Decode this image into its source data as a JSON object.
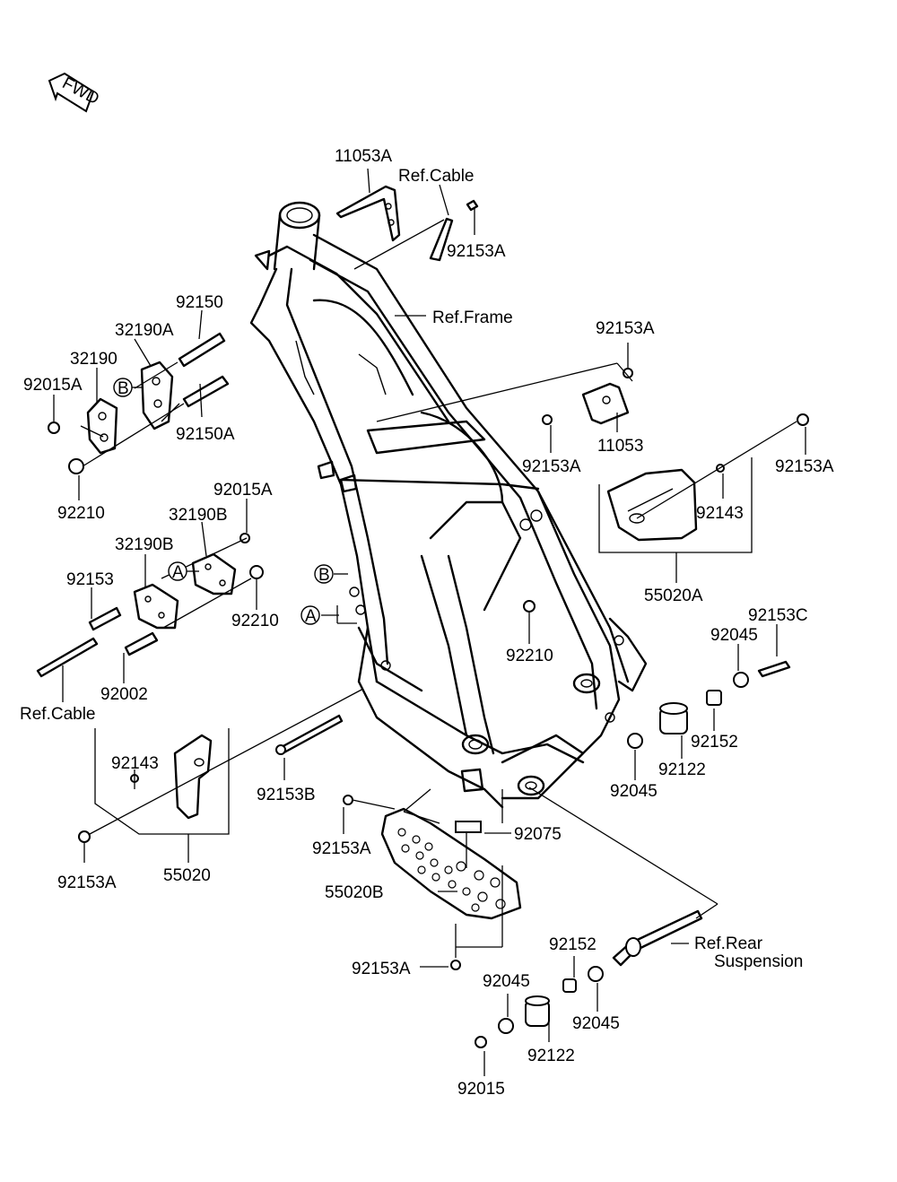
{
  "fwd_label": "FWD",
  "refs": {
    "cable_top": "Ref.Cable",
    "frame": "Ref.Frame",
    "cable_left": "Ref.Cable",
    "rear_line1": "Ref.Rear",
    "rear_line2": "Suspension"
  },
  "callouts": {
    "A_top": "A",
    "A_bottom": "A",
    "B_top": "B",
    "B_bottom": "B"
  },
  "parts": {
    "p11053A": "11053A",
    "p92153A_top": "92153A",
    "p92150": "92150",
    "p32190A": "32190A",
    "p32190": "32190",
    "p92015A_left": "92015A",
    "p92150A": "92150A",
    "p92210_left": "92210",
    "p92015A_mid": "92015A",
    "p32190B_right": "32190B",
    "p32190B_left": "32190B",
    "p92153": "92153",
    "p92210_mid": "92210",
    "p92002": "92002",
    "p92153A_right1": "92153A",
    "p11053": "11053",
    "p92153A_mid": "92153A",
    "p92153A_right2": "92153A",
    "p92143_right": "92143",
    "p55020A": "55020A",
    "p92153C": "92153C",
    "p92045_right": "92045",
    "p92210_center": "92210",
    "p92152_right": "92152",
    "p92122_right": "92122",
    "p92045_center": "92045",
    "p92143_left": "92143",
    "p92153B": "92153B",
    "p92153A_center": "92153A",
    "p92075": "92075",
    "p92153A_leftbottom": "92153A",
    "p55020": "55020",
    "p55020B": "55020B",
    "p92153A_bottom": "92153A",
    "p92152_bottom": "92152",
    "p92045_bottom1": "92045",
    "p92045_bottom2": "92045",
    "p92122_bottom": "92122",
    "p92015": "92015"
  }
}
